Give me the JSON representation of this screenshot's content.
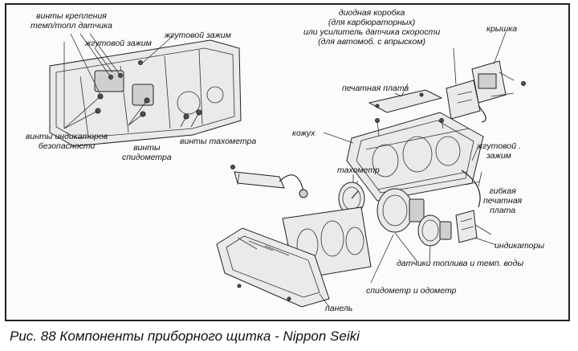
{
  "labels": {
    "screws_temp_fuel": "винты крепления\nтемп/топл датчика",
    "harness_clamp_a": "жгутовой зажим",
    "harness_clamp_b": "жгутовой зажим",
    "warning_screws": "винты индикаторов\nбезопасности",
    "speedo_screws": "винты\nспидометра",
    "tacho_screws": "винты тахометра",
    "diode_box": "диодная коробка\n(для карбюраторных)\nили усилитель датчика скорости\n(для автомоб. с впрыском)",
    "cover": "крышка",
    "circuit_board": "печатная плата",
    "housing": "кожух",
    "harness_clamp_right": "жгутовой .\nзажим",
    "tachometer": "тахометр",
    "flex_circuit": "гибкая\nпечатная\nплата",
    "indicators": "индикаторы",
    "fuel_temp_gauges": "датчики топлива и темп. воды",
    "speedo_odometer": "спидометр и одометр",
    "panel": "панель"
  },
  "caption": "Рис. 88 Компоненты приборного щитка - Nippon Seiki"
}
